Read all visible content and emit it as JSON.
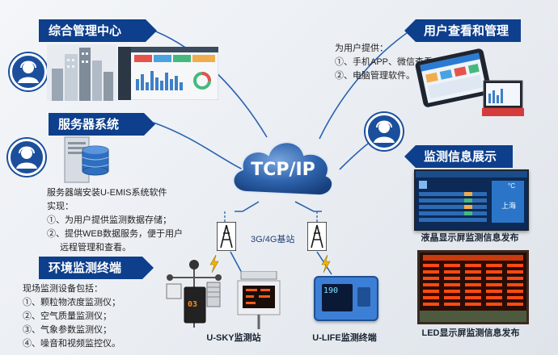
{
  "cloud": {
    "label": "TCP/IP"
  },
  "network": {
    "label": "3G/4G基站"
  },
  "management_center": {
    "title": "综合管理中心"
  },
  "server_system": {
    "title": "服务器系统",
    "lines": [
      "服务器端安装U-EMIS系统软件",
      "实现：",
      "①、为用户提供监测数据存储；",
      "②、提供WEB数据服务，便于用户",
      "远程管理和查看。"
    ]
  },
  "terminal": {
    "title": "环境监测终端",
    "lines": [
      "现场监测设备包括：",
      "①、颗粒物浓度监测仪；",
      "②、空气质量监测仪；",
      "③、气象参数监测仪；",
      "④、噪音和视频监控仪。"
    ]
  },
  "user_mgmt": {
    "title": "用户查看和管理",
    "lines": [
      "为用户提供：",
      "①、手机APP、微信查看；",
      "②、电脑管理软件。"
    ]
  },
  "display": {
    "title": "监测信息展示",
    "lcd_caption": "液晶显示屏监测信息发布",
    "led_caption": "LED显示屏监测信息发布",
    "lcd_city": "上海",
    "lcd_temp": "°C"
  },
  "stations": {
    "usky": "U-SKY监测站",
    "ulife": "U-LIFE监测终端",
    "usky_digits": "03",
    "ulife_digits": "190"
  },
  "colors": {
    "banner": "#0d3f8c",
    "line": "#1f57a8",
    "cloud": "#2a5ea3"
  }
}
